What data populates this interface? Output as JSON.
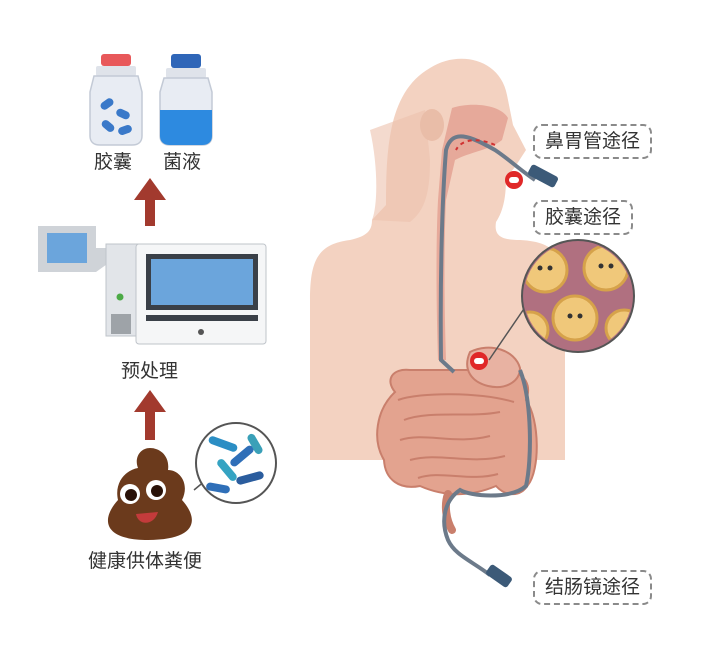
{
  "left_flow": {
    "capsule_label": "胶囊",
    "liquid_label": "菌液",
    "process_label": "预处理",
    "donor_label": "健康供体粪便"
  },
  "routes": {
    "nasogastric": "鼻胃管途径",
    "capsule": "胶囊途径",
    "colonoscopy": "结肠镜途径"
  },
  "colors": {
    "arrow": "#a23a2e",
    "skin": "#f3d2c1",
    "intestine": "#e3a38f",
    "stool": "#6b3a1c",
    "tube": "#6c7a8a",
    "dashed_border": "#8a8a8a"
  }
}
